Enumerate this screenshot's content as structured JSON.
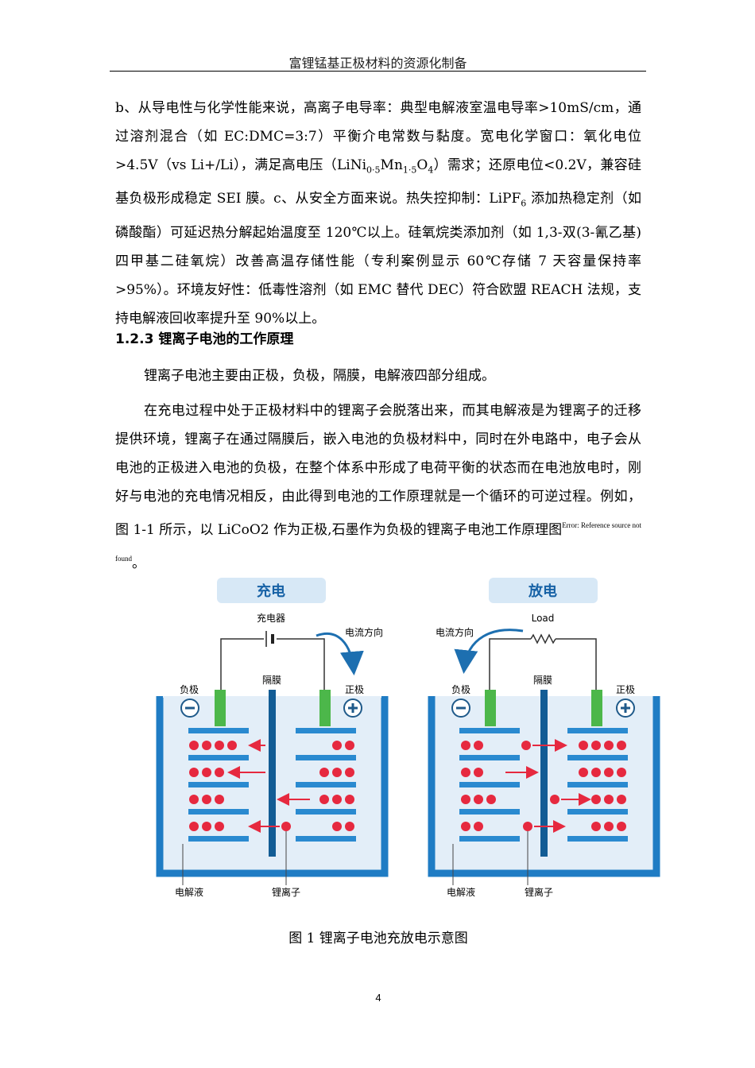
{
  "header": {
    "title": "富锂锰基正极材料的资源化制备"
  },
  "para1": {
    "part1": "b、从导电性与化学性能来说，高离子电导率：典型电解液室温电导率>10mS/cm，通过溶剂混合（如 EC:DMC=3:7）平衡介电常数与黏度。宽电化学窗口：氧化电位>4.5V（vs Li+/Li），满足高电压（LiNi",
    "sub1": "0·5",
    "part2": "Mn",
    "sub2": "1·5",
    "part3": "O",
    "sub3": "4",
    "part4": "）需求；还原电位<0.2V，兼容硅基负极形成稳定 SEI 膜。c、从安全方面来说。热失控抑制：LiPF",
    "sub4": "6",
    "part5": " 添加热稳定剂（如磷酸酯）可延迟热分解起始温度至 120℃以上。硅氧烷类添加剂（如 1,3-双(3-氰乙基)四甲基二硅氧烷）改善高温存储性能（专利案例显示 60℃存储 7 天容量保持率>95%）。环境友好性：低毒性溶剂（如 EMC 替代 DEC）符合欧盟 REACH 法规，支持电解液回收率提升至 90%以上。"
  },
  "section": {
    "heading": "1.2.3 锂离子电池的工作原理"
  },
  "para2": "锂离子电池主要由正极，负极，隔膜，电解液四部分组成。",
  "para3": {
    "text": "在充电过程中处于正极材料中的锂离子会脱落出来，而其电解液是为锂离子的迁移提供环境，锂离子在通过隔膜后，嵌入电池的负极材料中，同时在外电路中，电子会从电池的正极进入电池的负极，在整个体系中形成了电荷平衡的状态而在电池放电时，刚好与电池的充电情况相反，由此得到电池的工作原理就是一个循环的可逆过程。例如，图 1-1 所示，以 LiCoO2 作为正极,石墨作为负极的锂离子电池工作原理图",
    "ref_error": "Error: Reference source not found",
    "end": "。"
  },
  "figure": {
    "charge": {
      "title": "充电",
      "source_label": "充电器",
      "current_label": "电流方向",
      "separator_label": "隔膜",
      "negative_label": "负极",
      "positive_label": "正极",
      "electrolyte_label": "电解液",
      "ion_label": "锂离子"
    },
    "discharge": {
      "title": "放电",
      "source_label": "Load",
      "current_label": "电流方向",
      "separator_label": "隔膜",
      "negative_label": "负极",
      "positive_label": "正极",
      "electrolyte_label": "电解液",
      "ion_label": "锂离子"
    },
    "colors": {
      "container": "#1f7cc4",
      "fill": "#e3eef8",
      "electrode": "#2a8ad0",
      "collector": "#4cb74a",
      "separator": "#125c95",
      "ion": "#e6293f",
      "arrow": "#e6293f",
      "title_bg": "#d7e8f6",
      "title_text": "#1762a6",
      "current_arrow": "#1d6fb0"
    }
  },
  "caption": "图  1  锂离子电池充放电示意图",
  "page": {
    "number": "4"
  }
}
